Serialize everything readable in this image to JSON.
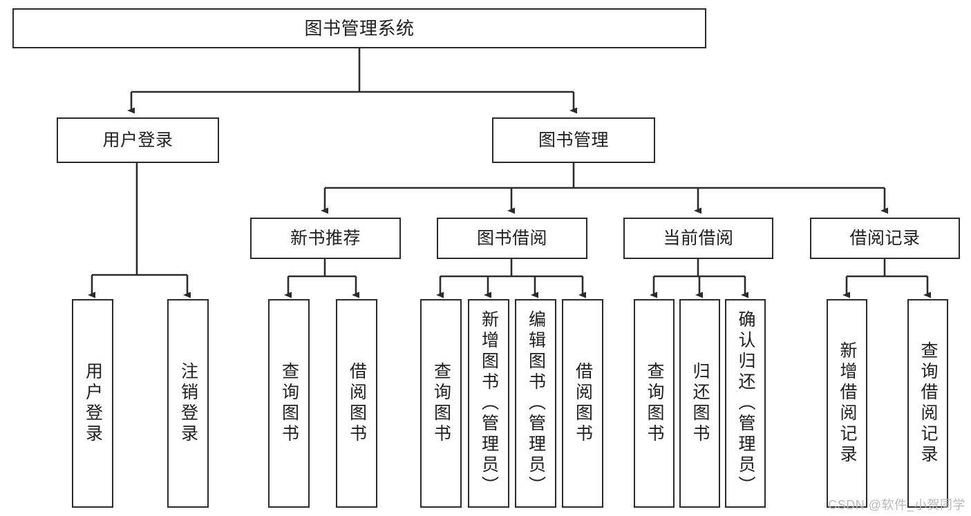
{
  "diagram": {
    "title": "图书管理系统",
    "type": "tree-hierarchy-flowchart",
    "colors": {
      "box_border": "#2b2b2b",
      "box_fill": "#ffffff",
      "edge": "#2b2b2b",
      "text": "#1f1f1f",
      "watermark": "#b9b9b9"
    },
    "nodes": {
      "root": {
        "label": "图书管理系统"
      },
      "level2": [
        {
          "label": "用户登录"
        },
        {
          "label": "图书管理"
        }
      ],
      "level3": [
        {
          "label": "新书推荐"
        },
        {
          "label": "图书借阅"
        },
        {
          "label": "当前借阅"
        },
        {
          "label": "借阅记录"
        }
      ],
      "leaves_user_login": [
        {
          "label": "用户登录"
        },
        {
          "label": "注销登录"
        }
      ],
      "leaves_new_book": [
        {
          "label": "查询图书"
        },
        {
          "label": "借阅图书"
        }
      ],
      "leaves_borrow": [
        {
          "label": "查询图书"
        },
        {
          "label": "新增图书（管理员）"
        },
        {
          "label": "编辑图书（管理员）"
        },
        {
          "label": "借阅图书"
        }
      ],
      "leaves_current": [
        {
          "label": "查询图书"
        },
        {
          "label": "归还图书"
        },
        {
          "label": "确认归还（管理员）"
        }
      ],
      "leaves_record": [
        {
          "label": "新增借阅记录"
        },
        {
          "label": "查询借阅记录"
        }
      ]
    },
    "watermark": "CSDN @软件_小贺同学"
  }
}
